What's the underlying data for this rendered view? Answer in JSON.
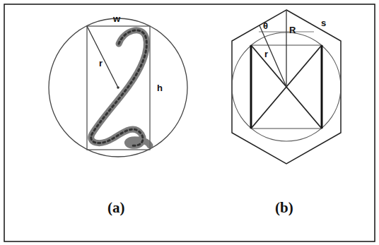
{
  "diagram": {
    "labels": [
      "w",
      "r",
      "h",
      "(a)",
      "θ",
      "R",
      "r",
      "s",
      "(b)"
    ]
  }
}
